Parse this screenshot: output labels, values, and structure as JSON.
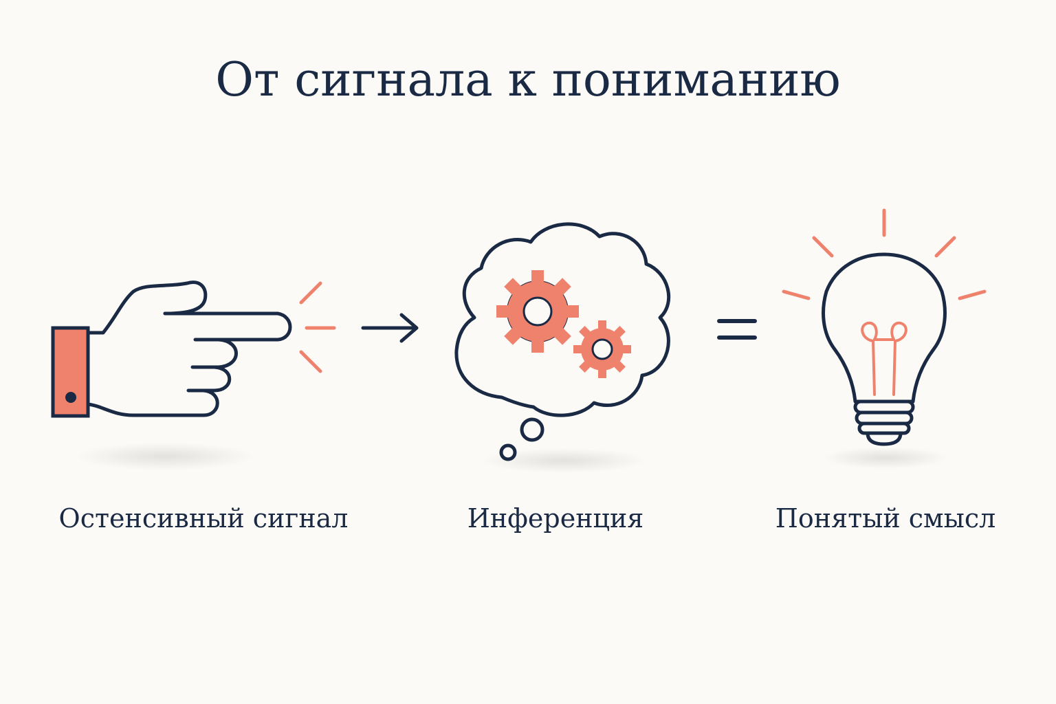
{
  "title": "От сигнала к пониманию",
  "steps": [
    {
      "label": "Остенсивный сигнал",
      "icon": "pointing-hand-icon"
    },
    {
      "label": "Инференция",
      "icon": "thought-cloud-gears-icon"
    },
    {
      "label": "Понятый смысл",
      "icon": "light-bulb-icon"
    }
  ],
  "connectors": [
    {
      "icon": "right-arrow-icon"
    },
    {
      "icon": "equals-sign-icon"
    }
  ],
  "colors": {
    "background": "#fbfaf6",
    "ink": "#1b2a44",
    "accent": "#ef826c"
  }
}
